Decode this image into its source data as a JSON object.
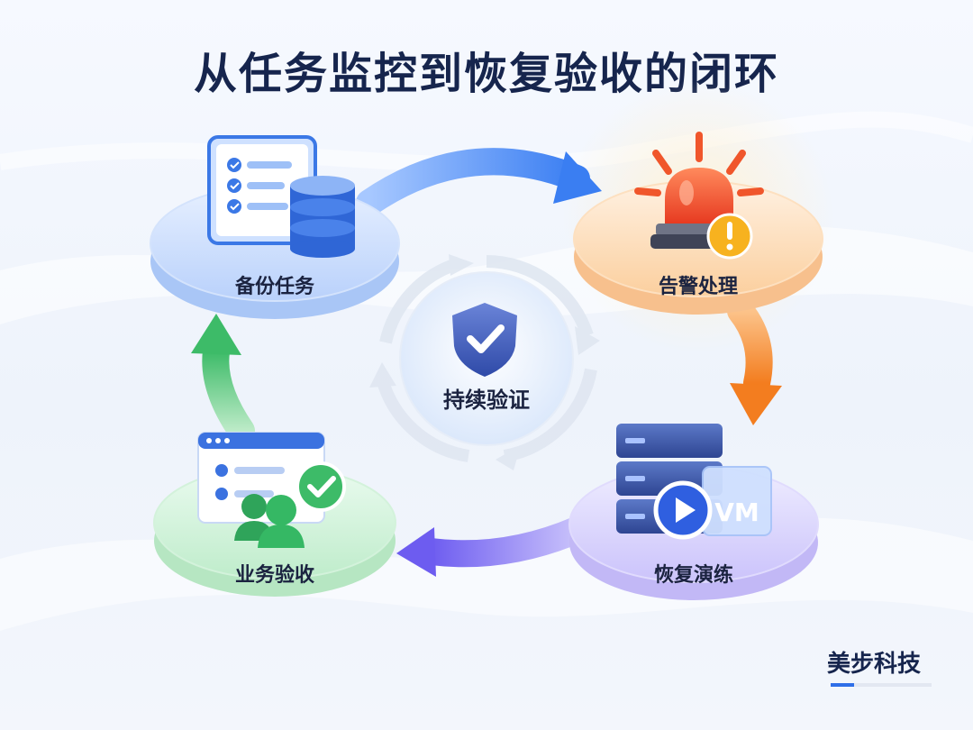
{
  "title": "从任务监控到恢复验收的闭环",
  "center": {
    "label": "持续验证"
  },
  "stages": [
    {
      "label": "备份任务",
      "color": "#3d7df0"
    },
    {
      "label": "告警处理",
      "color": "#f47a26"
    },
    {
      "label": "恢复演练",
      "color": "#7a6cf0"
    },
    {
      "label": "业务验收",
      "color": "#3fbf6a"
    }
  ],
  "icons": {
    "backup": "checklist-database-icon",
    "alert": "alarm-siren-icon",
    "drill": "server-play-vm-icon",
    "acceptance": "checklist-users-icon",
    "center": "shield-check-icon"
  },
  "vm_text": "VM",
  "brand": "美步科技"
}
